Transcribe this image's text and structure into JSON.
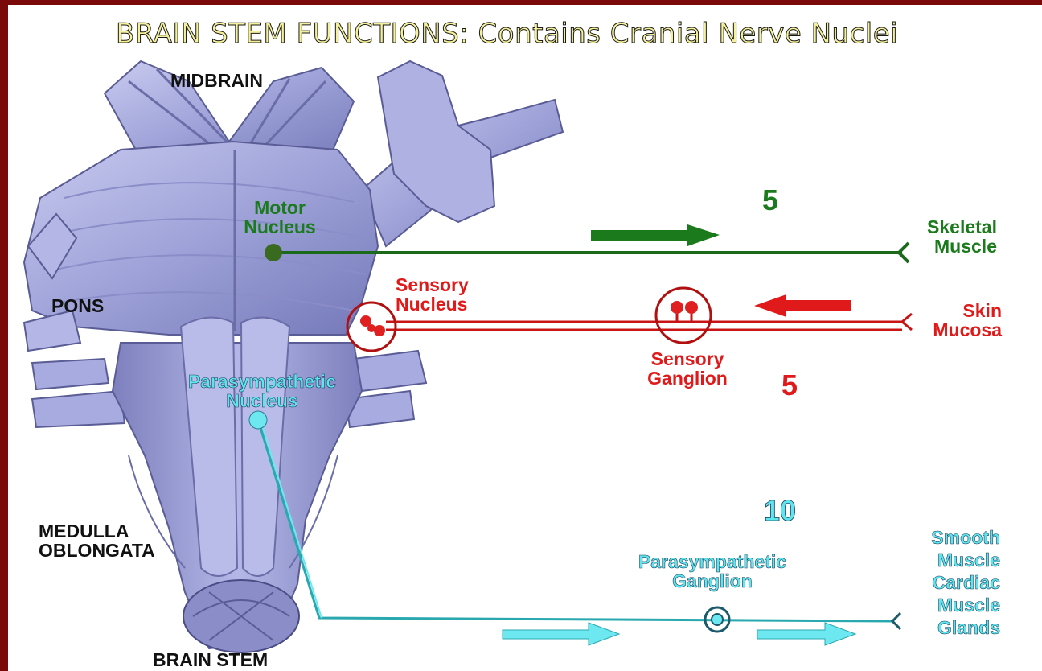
{
  "title": "BRAIN STEM FUNCTIONS: Contains Cranial Nerve Nuclei",
  "regions": {
    "midbrain": "MIDBRAIN",
    "pons": "PONS",
    "medulla_line1": "MEDULLA",
    "medulla_line2": "OBLONGATA",
    "brain_stem": "BRAIN STEM"
  },
  "motor": {
    "nucleus_line1": "Motor",
    "nucleus_line2": "Nucleus",
    "nerve_number": "5",
    "target_line1": "Skeletal",
    "target_line2": "Muscle",
    "color": "#1b7a1b"
  },
  "sensory": {
    "nucleus_line1": "Sensory",
    "nucleus_line2": "Nucleus",
    "ganglion_line1": "Sensory",
    "ganglion_line2": "Ganglion",
    "nerve_number": "5",
    "target_line1": "Skin",
    "target_line2": "Mucosa",
    "color": "#e01a1a"
  },
  "parasympathetic": {
    "nucleus_line1": "Parasympathetic",
    "nucleus_line2": "Nucleus",
    "ganglion_line1": "Parasympathetic",
    "ganglion_line2": "Ganglion",
    "nerve_number": "10",
    "target_line1": "Smooth",
    "target_line2": "Muscle",
    "target_line3": "Cardiac",
    "target_line4": "Muscle",
    "target_line5": "Glands",
    "color": "#5ee6ee"
  }
}
